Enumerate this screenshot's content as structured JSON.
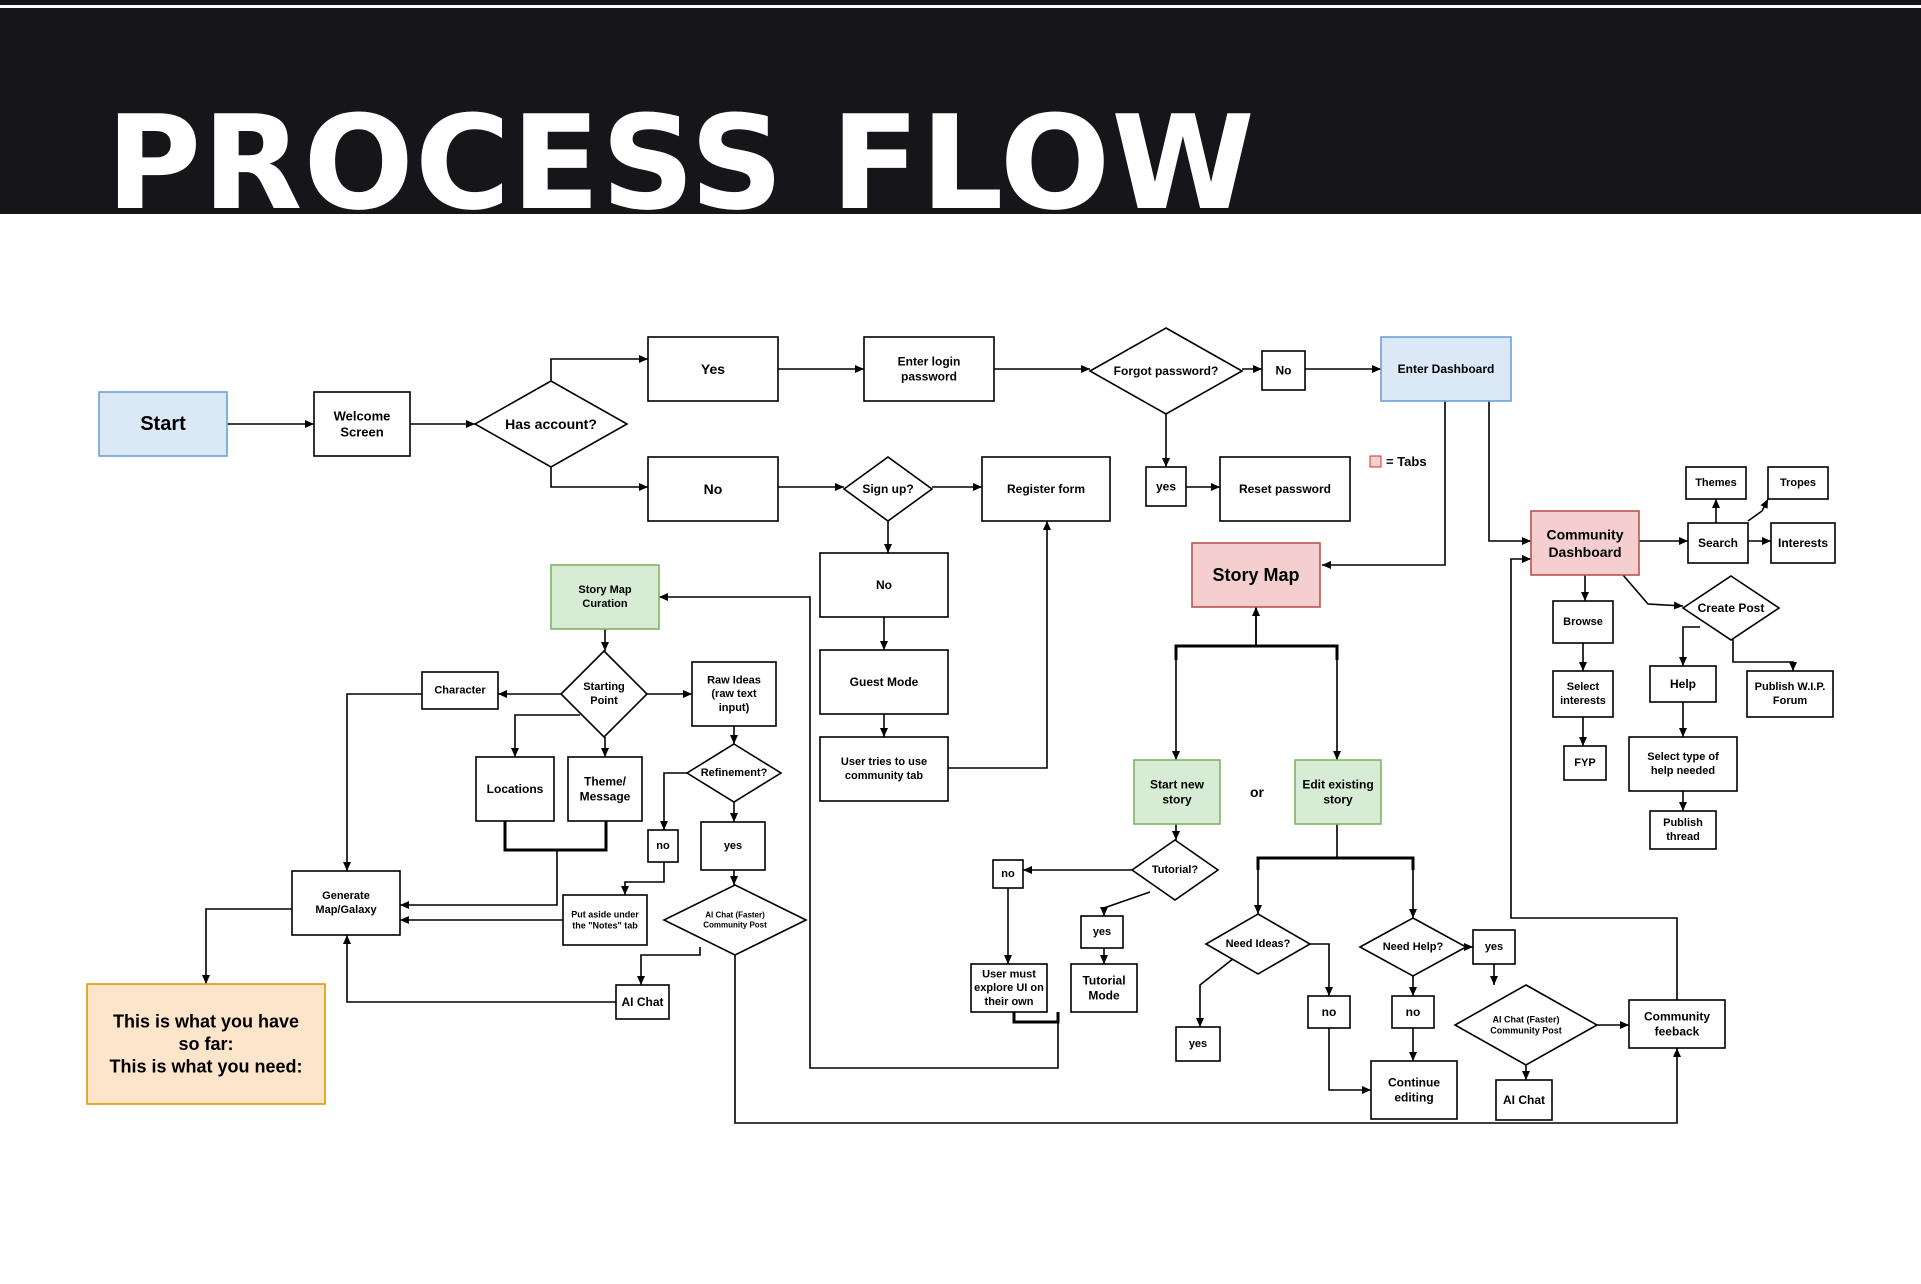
{
  "header": {
    "title": "PROCESS FLOW"
  },
  "colors": {
    "header_bg": "#16151a",
    "blue": "#dbe8f5",
    "green": "#d7ecd4",
    "red": "#f5cfcf",
    "orange": "#fde5cc"
  },
  "legend": {
    "text": "= Tabs",
    "color": "#f5cfcf"
  },
  "nodes": {
    "start": "Start",
    "welcome": [
      "Welcome",
      "Screen"
    ],
    "has_account": "Has account?",
    "yes_account": "Yes",
    "no_account": "No",
    "enter_login": [
      "Enter login",
      "password"
    ],
    "forgot_password": "Forgot password?",
    "forgot_no": "No",
    "enter_dashboard": "Enter Dashboard",
    "forgot_yes": "yes",
    "reset_password": "Reset password",
    "sign_up": "Sign up?",
    "register_form": "Register form",
    "signup_no": "No",
    "guest_mode": "Guest Mode",
    "user_tries": [
      "User tries to use",
      "community tab"
    ],
    "story_map_curation": [
      "Story Map",
      "Curation"
    ],
    "starting_point": [
      "Starting",
      "Point"
    ],
    "character": "Character",
    "raw_ideas": [
      "Raw Ideas",
      "(raw text",
      "input)"
    ],
    "locations": "Locations",
    "theme_message": [
      "Theme/",
      "Message"
    ],
    "refinement": "Refinement?",
    "refine_no": "no",
    "refine_yes": "yes",
    "generate_map": [
      "Generate",
      "Map/Galaxy"
    ],
    "put_aside": [
      "Put aside under",
      "the \"Notes\" tab"
    ],
    "ai_chat_community_left": [
      "AI Chat (Faster)",
      "Community Post"
    ],
    "ai_chat_left": "AI Chat",
    "note_box": [
      "This is what you have",
      "so far:",
      "This is what you need:"
    ],
    "story_map": "Story Map",
    "start_new_story": [
      "Start new",
      "story"
    ],
    "or_label": "or",
    "edit_existing_story": [
      "Edit existing",
      "story"
    ],
    "tutorial": "Tutorial?",
    "tutorial_no": "no",
    "tutorial_yes": "yes",
    "user_must_explore": [
      "User must",
      "explore UI on",
      "their own"
    ],
    "tutorial_mode": [
      "Tutorial",
      "Mode"
    ],
    "need_ideas": "Need Ideas?",
    "ideas_yes": "yes",
    "ideas_no": "no",
    "need_help": "Need Help?",
    "help_no": "no",
    "help_yes": "yes",
    "continue_editing": [
      "Continue",
      "editing"
    ],
    "ai_chat_community_right": [
      "AI Chat (Faster)",
      "Community Post"
    ],
    "ai_chat_right": "AI Chat",
    "community_feedback": [
      "Community",
      "feeback"
    ],
    "community_dashboard": [
      "Community",
      "Dashboard"
    ],
    "search": "Search",
    "themes": "Themes",
    "tropes": "Tropes",
    "interests": "Interests",
    "create_post": "Create Post",
    "browse": "Browse",
    "select_interests": [
      "Select",
      "interests"
    ],
    "fyp": "FYP",
    "help": "Help",
    "publish_wip": [
      "Publish W.I.P.",
      "Forum"
    ],
    "select_help_type": [
      "Select type of",
      "help needed"
    ],
    "publish_thread": [
      "Publish",
      "thread"
    ]
  }
}
